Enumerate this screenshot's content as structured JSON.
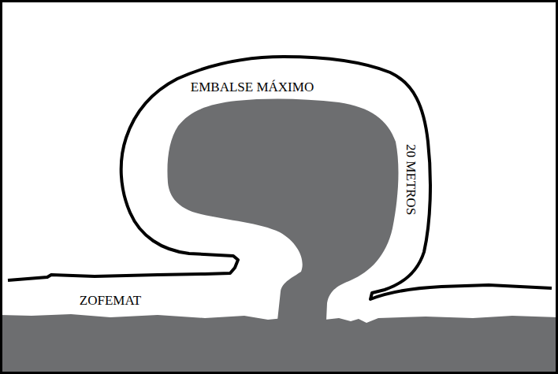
{
  "diagram": {
    "labels": [
      "EMBALSE MÁXIMO",
      "20 METROS",
      "ZOFEMAT"
    ]
  }
}
